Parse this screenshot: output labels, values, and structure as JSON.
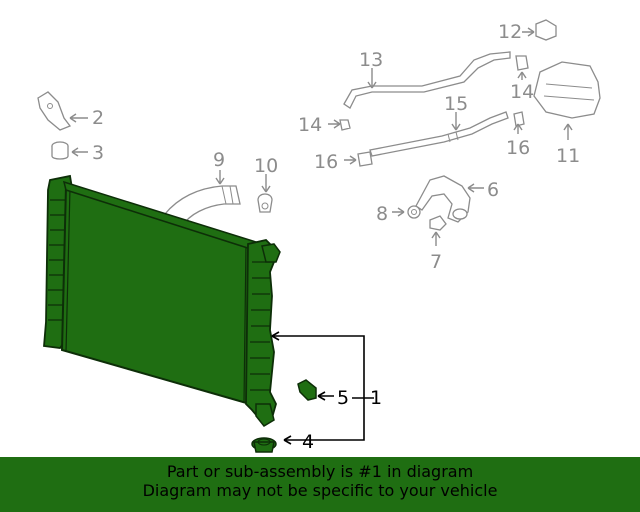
{
  "callouts": {
    "c1": "1",
    "c2": "2",
    "c3": "3",
    "c4": "4",
    "c5": "5",
    "c6": "6",
    "c7": "7",
    "c8": "8",
    "c9": "9",
    "c10": "10",
    "c11": "11",
    "c12": "12",
    "c13": "13",
    "c14a": "14",
    "c14b": "14",
    "c15": "15",
    "c16a": "16",
    "c16b": "16"
  },
  "banner": {
    "line1": "Part or sub-assembly is #1 in diagram",
    "line2": "Diagram may not be specific to your vehicle"
  },
  "colors": {
    "highlight_fill": "#1f6e12",
    "highlight_outline": "#0d2e08",
    "unselected_part": "#8c8c8c",
    "banner_background": "#1f6e12"
  }
}
